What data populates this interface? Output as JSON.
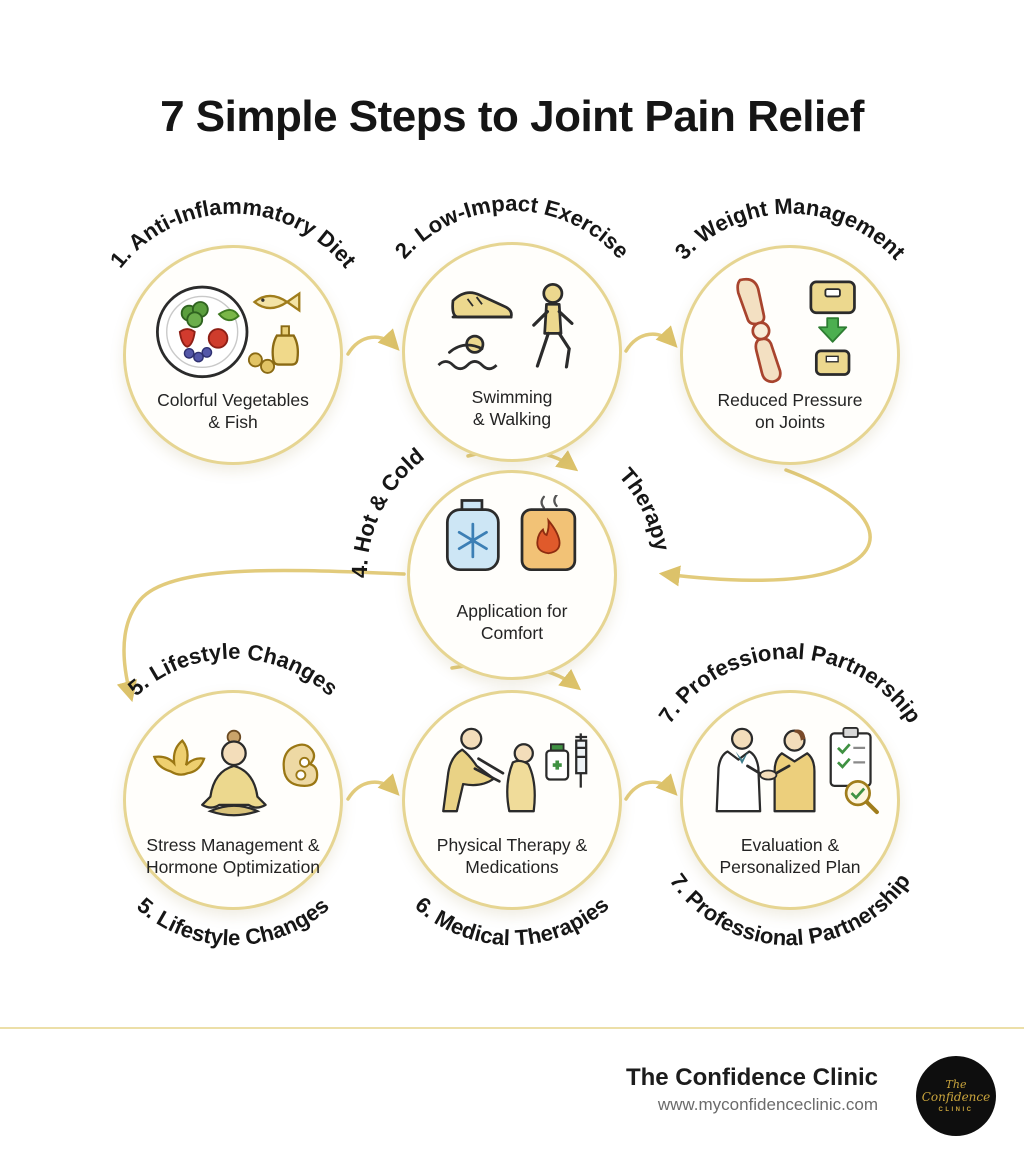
{
  "title": "7 Simple Steps to Joint Pain Relief",
  "steps": {
    "s1": {
      "label": "1. Anti-Inflammatory Diet",
      "caption": "Colorful Vegetables\n& Fish",
      "icon": "vegetables-fish-icon"
    },
    "s2": {
      "label": "2. Low-Impact Exercise",
      "caption": "Swimming\n& Walking",
      "icon": "swimming-walking-icon"
    },
    "s3": {
      "label": "3. Weight Management",
      "caption": "Reduced Pressure\non Joints",
      "icon": "knee-joint-scale-icon"
    },
    "s4": {
      "label_left": "4. Hot & Cold",
      "label_right": "Therapy",
      "caption": "Application for\nComfort",
      "icon": "ice-pack-heat-pack-icon"
    },
    "s5": {
      "label_top": "5. Lifestyle Changes",
      "label_bottom": "5. Lifestyle Changes",
      "caption": "Stress Management &\nHormone Optimization",
      "icon": "meditation-lotus-icon"
    },
    "s6": {
      "label_bottom": "6. Medical Therapies",
      "caption": "Physical Therapy &\nMedications",
      "icon": "physical-therapy-medication-icon"
    },
    "s7": {
      "label_top": "7. Professional Partnership",
      "label_bottom": "7. Professional Partnership",
      "caption": "Evaluation &\nPersonalized Plan",
      "icon": "doctor-handshake-plan-icon"
    }
  },
  "footer": {
    "brand": "The Confidence Clinic",
    "website": "www.myconfidenceclinic.com",
    "logo": {
      "line1": "The",
      "line2": "Confidence",
      "line3": "CLINIC"
    }
  },
  "colors": {
    "gold_accent": "#e2cb7c",
    "circle_border": "#e6d592",
    "title_text": "#151515",
    "caption_text": "#242424",
    "cold_blue": "#cde6f5",
    "heat_orange": "#f2c276",
    "logo_gold": "#c9a43c",
    "logo_bg": "#0e0e0e"
  }
}
